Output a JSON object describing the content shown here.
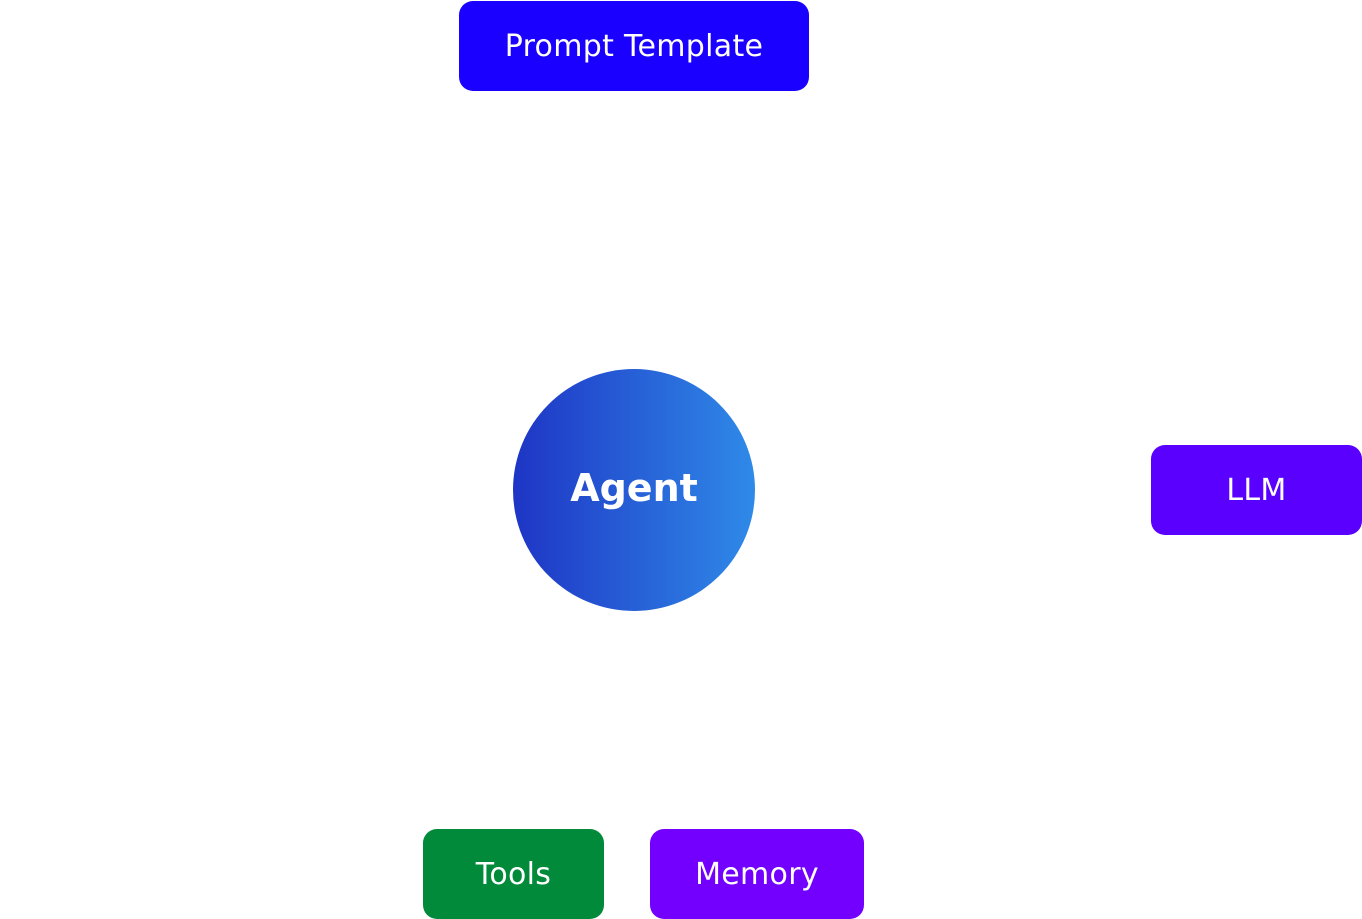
{
  "nodes": {
    "prompt_template": {
      "label": "Prompt Template",
      "color": "#1a00ff"
    },
    "agent": {
      "label": "Agent",
      "gradient_start": "#1e35c5",
      "gradient_end": "#2f8ae8"
    },
    "llm": {
      "label": "LLM",
      "color": "#5a00ff"
    },
    "tools": {
      "label": "Tools",
      "color": "#008a3a"
    },
    "memory": {
      "label": "Memory",
      "color": "#7300ff"
    }
  }
}
